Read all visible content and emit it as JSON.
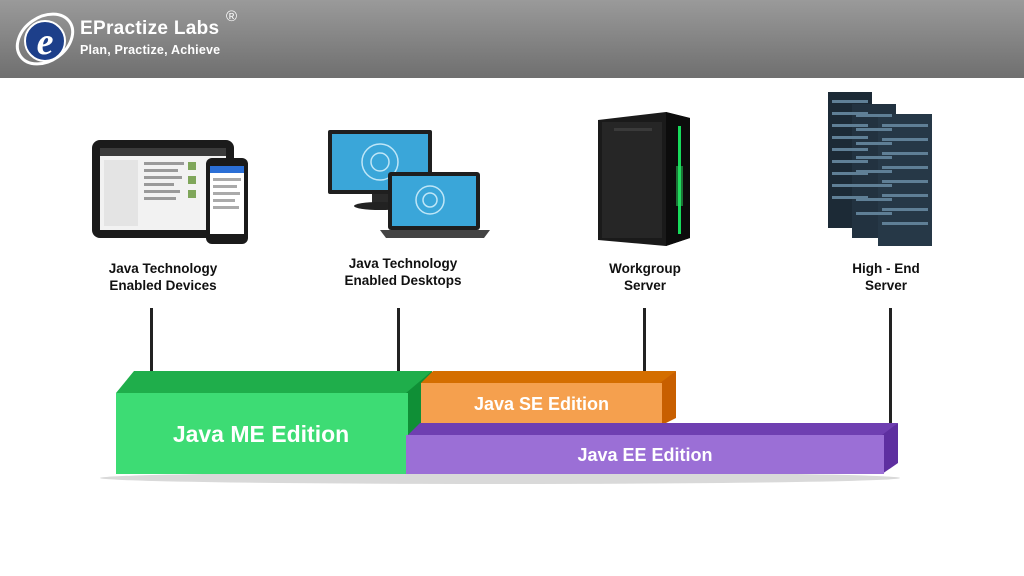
{
  "header": {
    "brand": "EPractize Labs",
    "registered": "®",
    "tagline": "Plan, Practize, Achieve",
    "logo_letter": "e"
  },
  "tiers": [
    {
      "label": "Java Technology\nEnabled Devices",
      "icon": "tablet-phone-icon"
    },
    {
      "label": "Java Technology\nEnabled Desktops",
      "icon": "monitor-laptop-icon"
    },
    {
      "label": "Workgroup\nServer",
      "icon": "tower-server-icon"
    },
    {
      "label": "High - End\nServer",
      "icon": "rack-server-icon"
    }
  ],
  "editions": {
    "me": {
      "label": "Java ME Edition",
      "color": "#3ddc74"
    },
    "se": {
      "label": "Java SE Edition",
      "color": "#f5a04e"
    },
    "ee": {
      "label": "Java EE Edition",
      "color": "#9b6fd6"
    }
  }
}
